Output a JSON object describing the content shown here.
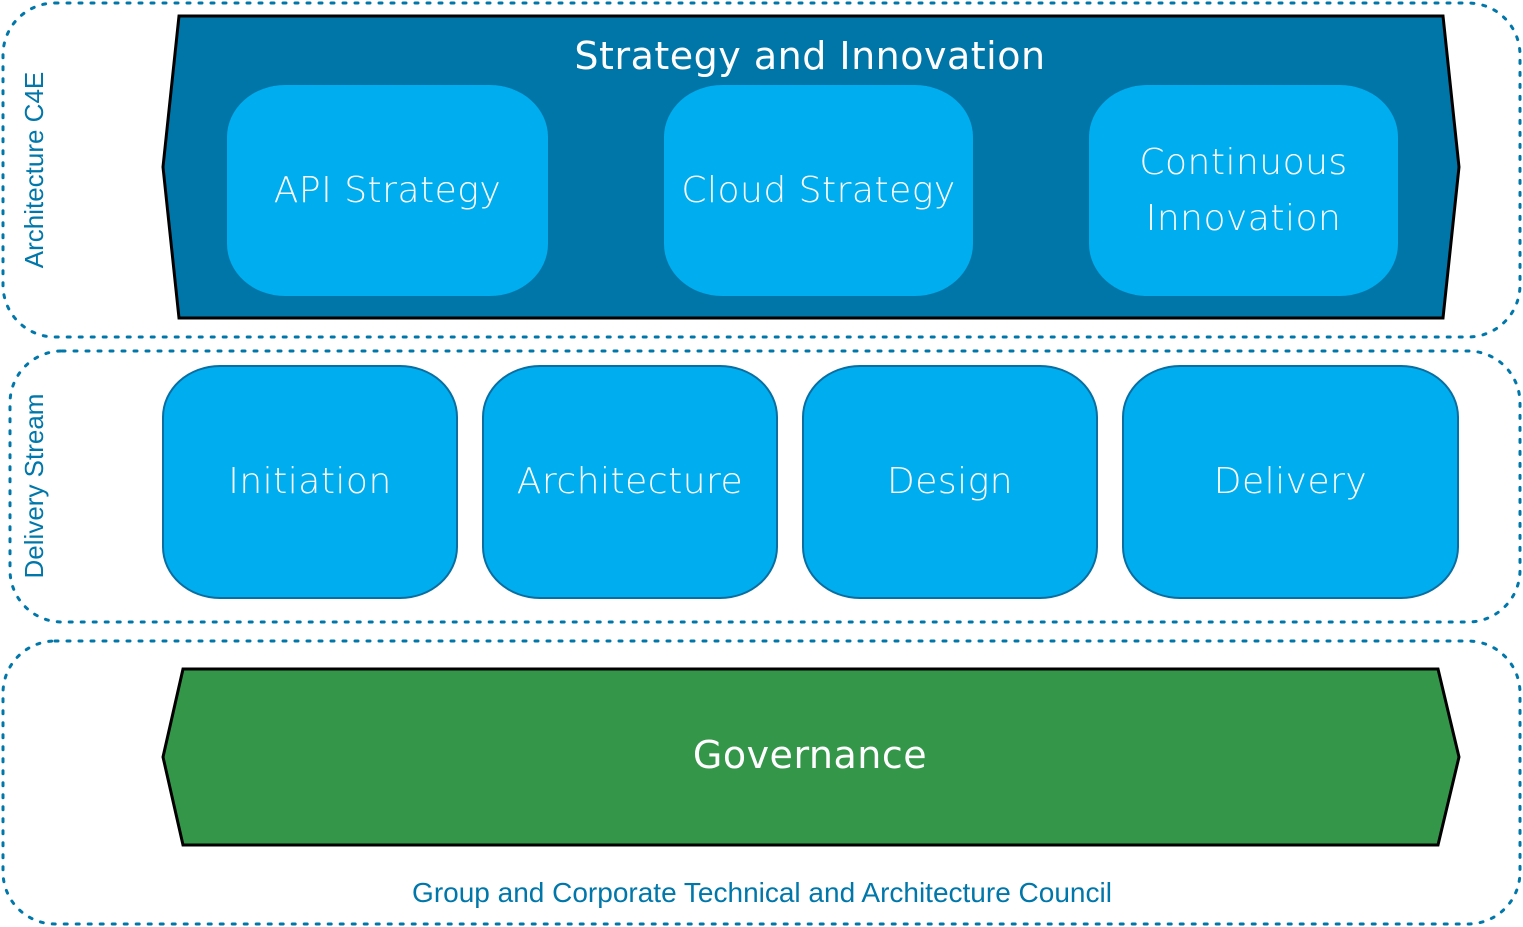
{
  "diagram": {
    "colors": {
      "lane_border": "#0077aa",
      "strategy_band": "#0076a8",
      "tile_fill": "#00adef",
      "governance_band": "#339649",
      "band_outline": "#000000",
      "lane_text": "#0077aa"
    },
    "lanes": {
      "architecture_c4e": {
        "label": "Architecture C4E"
      },
      "delivery_stream": {
        "label": "Delivery Stream"
      },
      "council": {
        "label": "Group and Corporate Technical and Architecture Council"
      }
    },
    "strategy_band": {
      "title": "Strategy and Innovation",
      "tiles": [
        {
          "label": "API Strategy"
        },
        {
          "label": "Cloud Strategy"
        },
        {
          "label": "Continuous Innovation"
        }
      ]
    },
    "delivery_tiles": [
      {
        "label": "Initiation"
      },
      {
        "label": "Architecture"
      },
      {
        "label": "Design"
      },
      {
        "label": "Delivery"
      }
    ],
    "governance_band": {
      "title": "Governance"
    }
  }
}
